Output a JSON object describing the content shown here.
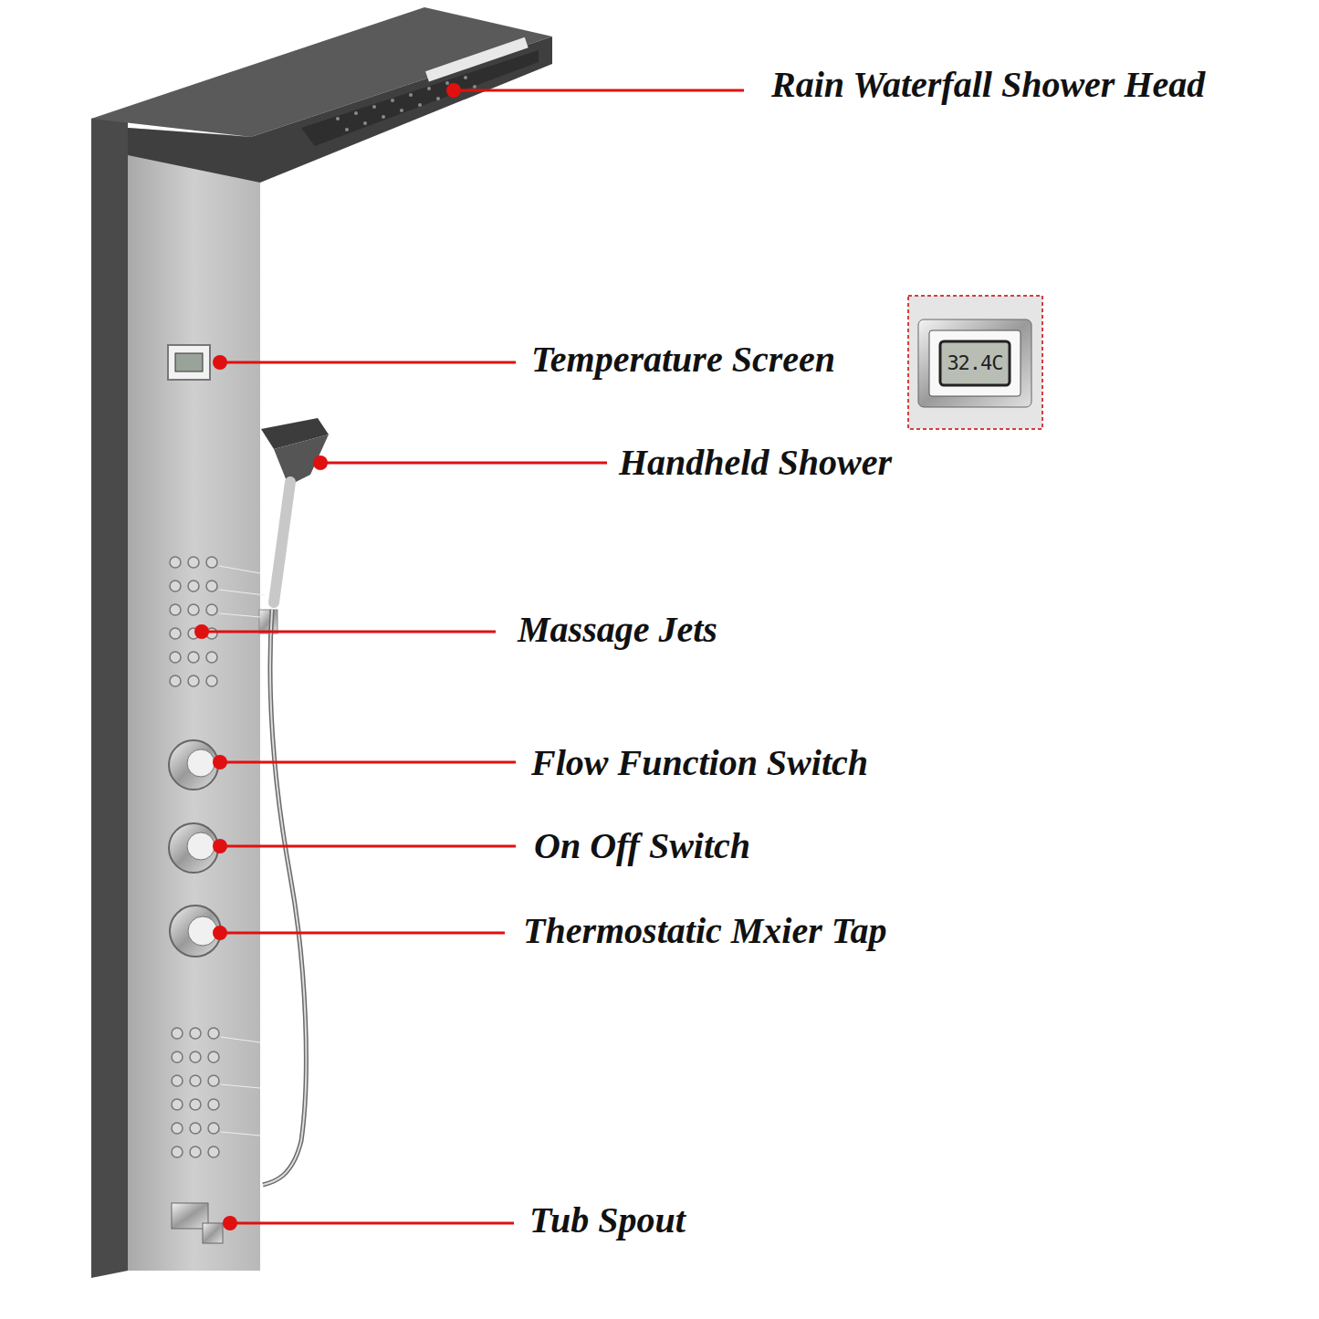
{
  "diagram": {
    "labels": [
      "Rain Waterfall Shower Head",
      "Temperature Screen",
      "Handheld Shower",
      "Massage Jets",
      "Flow Function Switch",
      "On Off Switch",
      "Thermostatic Mxier Tap",
      "Tub Spout",
      "32.4C"
    ]
  }
}
